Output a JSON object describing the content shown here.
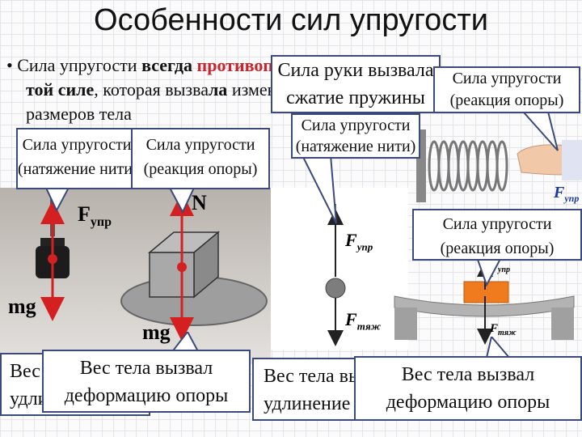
{
  "slide": {
    "title": "Особенности сил упругости",
    "bullet": {
      "marker": "•",
      "part1": "Сила упругости ",
      "part2_bold": "всегда",
      "part3_red": " противоположно",
      "line2_bold1": "той силе",
      "line2_text": ", которая вызва",
      "line2_bold2": "ла",
      "line2_rest": " изменение",
      "line3": "размеров тела"
    }
  },
  "callouts": {
    "hand_force": {
      "line1": "Сила руки вызвала",
      "line2": "сжатие пружины"
    },
    "spring_reaction": {
      "line1": "Сила упругости",
      "line2": "(реакция опоры)"
    },
    "thread_tension_mid": {
      "line1": "Сила упругости",
      "line2": "(натяжение нити)"
    },
    "thread_tension_left": {
      "line1": "Сила упругости",
      "line2": "(натяжение нити)"
    },
    "support_reaction_left": {
      "line1": "Сила упругости",
      "line2": "(реакция опоры)"
    },
    "support_reaction_right": {
      "line1": "Сила упругости",
      "line2": "(реакция опоры)"
    }
  },
  "diagram_labels": {
    "f_upr": "F",
    "f_upr_sub": "упр",
    "normal": "N",
    "mg": "mg",
    "f_tyazh_sub": "тяж",
    "f_upr_spring_sub": "упр"
  },
  "bottom_boxes": {
    "left_back": {
      "line1": "Вес тела вызвал",
      "line2": "удлинение нити"
    },
    "left_front": {
      "line1": "Вес тела вызвал",
      "line2": "деформацию опоры"
    },
    "right_back": {
      "line1": "Вес тела вызвал",
      "line2": "удлинение нити"
    },
    "right_front": {
      "line1": "Вес тела вызвал",
      "line2": "деформацию опоры"
    }
  },
  "colors": {
    "force_arrow": "#d42020",
    "callout_border": "#3b4a7a",
    "orange_block": "#f07a1e",
    "accent_red_text": "#c8252c"
  }
}
